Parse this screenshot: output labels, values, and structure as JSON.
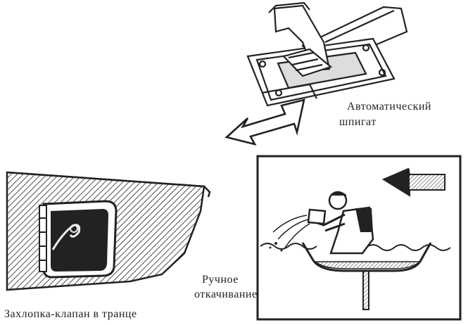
{
  "labels": {
    "auto_line1": "Автоматический",
    "auto_line2": "шпигат",
    "manual_line1": "Ручное",
    "manual_line2": "откачивание",
    "flap": "Захлопка-клапан в транце"
  }
}
